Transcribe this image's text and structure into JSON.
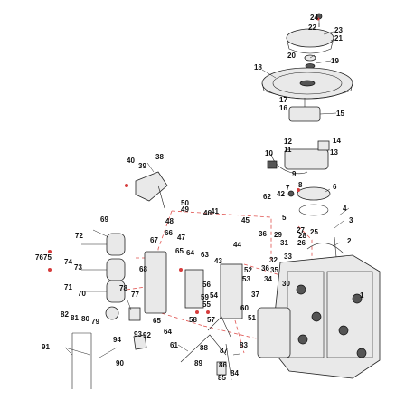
{
  "diagram": {
    "callouts": [
      {
        "id": "c1",
        "text": "1"
      },
      {
        "id": "c2",
        "text": "2"
      },
      {
        "id": "c3",
        "text": "3"
      },
      {
        "id": "c4",
        "text": "4"
      },
      {
        "id": "c5",
        "text": "5"
      },
      {
        "id": "c6",
        "text": "6"
      },
      {
        "id": "c7",
        "text": "7"
      },
      {
        "id": "c8",
        "text": "8"
      },
      {
        "id": "c9",
        "text": "9"
      },
      {
        "id": "c10",
        "text": "10"
      },
      {
        "id": "c11",
        "text": "11"
      },
      {
        "id": "c12",
        "text": "12"
      },
      {
        "id": "c13",
        "text": "13"
      },
      {
        "id": "c14",
        "text": "14"
      },
      {
        "id": "c15",
        "text": "15"
      },
      {
        "id": "c16",
        "text": "16"
      },
      {
        "id": "c17",
        "text": "17"
      },
      {
        "id": "c18",
        "text": "18"
      },
      {
        "id": "c19",
        "text": "19"
      },
      {
        "id": "c20",
        "text": "20"
      },
      {
        "id": "c21",
        "text": "21"
      },
      {
        "id": "c22",
        "text": "22"
      },
      {
        "id": "c23",
        "text": "23"
      },
      {
        "id": "c24",
        "text": "24"
      },
      {
        "id": "c25",
        "text": "25"
      },
      {
        "id": "c26",
        "text": "26"
      },
      {
        "id": "c27",
        "text": "27"
      },
      {
        "id": "c28",
        "text": "28"
      },
      {
        "id": "c29",
        "text": "29"
      },
      {
        "id": "c30",
        "text": "30"
      },
      {
        "id": "c31",
        "text": "31"
      },
      {
        "id": "c32",
        "text": "32"
      },
      {
        "id": "c33",
        "text": "33"
      },
      {
        "id": "c34",
        "text": "34"
      },
      {
        "id": "c35",
        "text": "35"
      },
      {
        "id": "c36a",
        "text": "36"
      },
      {
        "id": "c36b",
        "text": "36"
      },
      {
        "id": "c37",
        "text": "37"
      },
      {
        "id": "c38",
        "text": "38"
      },
      {
        "id": "c39",
        "text": "39"
      },
      {
        "id": "c40",
        "text": "40"
      },
      {
        "id": "c41",
        "text": "41"
      },
      {
        "id": "c42",
        "text": "42"
      },
      {
        "id": "c43",
        "text": "43"
      },
      {
        "id": "c44",
        "text": "44"
      },
      {
        "id": "c45",
        "text": "45"
      },
      {
        "id": "c46",
        "text": "46"
      },
      {
        "id": "c47",
        "text": "47"
      },
      {
        "id": "c48",
        "text": "48"
      },
      {
        "id": "c49",
        "text": "49"
      },
      {
        "id": "c50",
        "text": "50"
      },
      {
        "id": "c51",
        "text": "51"
      },
      {
        "id": "c52",
        "text": "52"
      },
      {
        "id": "c53",
        "text": "53"
      },
      {
        "id": "c54",
        "text": "54"
      },
      {
        "id": "c55",
        "text": "55"
      },
      {
        "id": "c56",
        "text": "56"
      },
      {
        "id": "c57",
        "text": "57"
      },
      {
        "id": "c58",
        "text": "58"
      },
      {
        "id": "c59",
        "text": "59"
      },
      {
        "id": "c60",
        "text": "60"
      },
      {
        "id": "c61",
        "text": "61"
      },
      {
        "id": "c62",
        "text": "62"
      },
      {
        "id": "c63",
        "text": "63"
      },
      {
        "id": "c64a",
        "text": "64"
      },
      {
        "id": "c64b",
        "text": "64"
      },
      {
        "id": "c65a",
        "text": "65"
      },
      {
        "id": "c65b",
        "text": "65"
      },
      {
        "id": "c66",
        "text": "66"
      },
      {
        "id": "c67",
        "text": "67"
      },
      {
        "id": "c68",
        "text": "68"
      },
      {
        "id": "c69",
        "text": "69"
      },
      {
        "id": "c70",
        "text": "70"
      },
      {
        "id": "c71",
        "text": "71"
      },
      {
        "id": "c72",
        "text": "72"
      },
      {
        "id": "c73",
        "text": "73"
      },
      {
        "id": "c74",
        "text": "74"
      },
      {
        "id": "c75",
        "text": "75"
      },
      {
        "id": "c76",
        "text": "76"
      },
      {
        "id": "c77",
        "text": "77"
      },
      {
        "id": "c78",
        "text": "78"
      },
      {
        "id": "c79",
        "text": "79"
      },
      {
        "id": "c80",
        "text": "80"
      },
      {
        "id": "c81",
        "text": "81"
      },
      {
        "id": "c82",
        "text": "82"
      },
      {
        "id": "c83",
        "text": "83"
      },
      {
        "id": "c84",
        "text": "84"
      },
      {
        "id": "c85",
        "text": "85"
      },
      {
        "id": "c86",
        "text": "86"
      },
      {
        "id": "c87",
        "text": "87"
      },
      {
        "id": "c88",
        "text": "88"
      },
      {
        "id": "c89",
        "text": "89"
      },
      {
        "id": "c90",
        "text": "90"
      },
      {
        "id": "c91",
        "text": "91"
      },
      {
        "id": "c92",
        "text": "92"
      },
      {
        "id": "c93",
        "text": "93"
      },
      {
        "id": "c94",
        "text": "94"
      }
    ],
    "colors": {
      "line": "#222222",
      "leader_dash": "#e0524f",
      "fastener": "#d63c3c",
      "part_fill": "#e9e9e9"
    }
  }
}
